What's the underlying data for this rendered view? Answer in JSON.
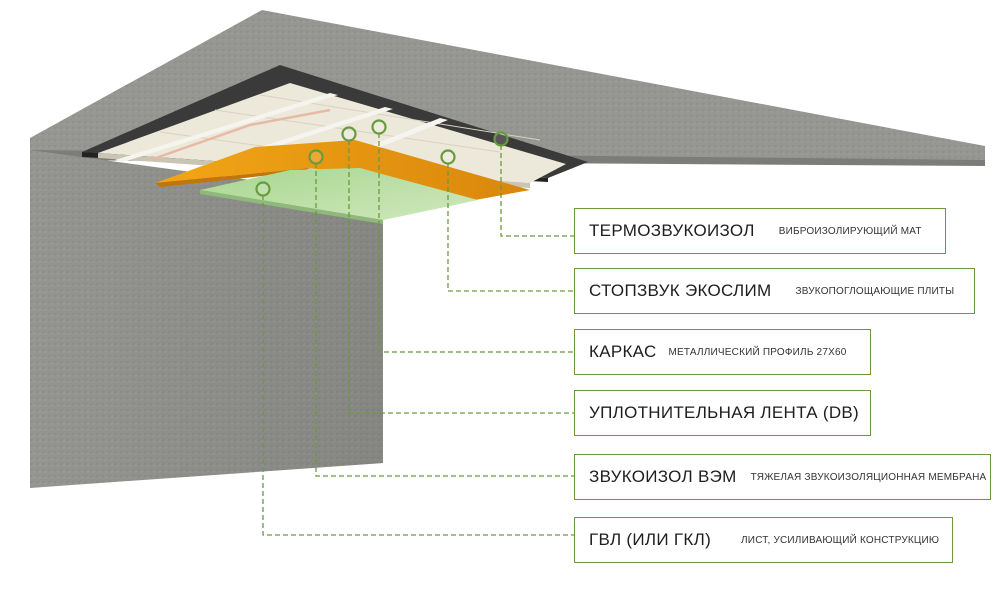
{
  "colors": {
    "accent": "#6a9a3e",
    "concrete": "#9c9c98",
    "membrane_orange": "#e89a12",
    "gvl_green": "#bfe0a8",
    "insulation_board": "#ece8da"
  },
  "layers": [
    {
      "name": "ТЕРМОЗВУКОИЗОЛ",
      "desc": "ВИБРОИЗОЛИРУЮЩИЙ МАТ"
    },
    {
      "name": "СТОПЗВУК ЭКОСЛИМ",
      "desc": "ЗВУКОПОГЛОЩАЮЩИЕ ПЛИТЫ"
    },
    {
      "name": "КАРКАС",
      "desc": "МЕТАЛЛИЧЕСКИЙ ПРОФИЛЬ 27Х60"
    },
    {
      "name": "УПЛОТНИТЕЛЬНАЯ ЛЕНТА (DB)",
      "desc": ""
    },
    {
      "name": "ЗВУКОИЗОЛ ВЭМ",
      "desc": "ТЯЖЕЛАЯ ЗВУКОИЗОЛЯЦИОННАЯ МЕМБРАНА"
    },
    {
      "name": "ГВЛ (ИЛИ ГКЛ)",
      "desc": "ЛИСТ, УСИЛИВАЮЩИЙ КОНСТРУКЦИЮ"
    }
  ]
}
